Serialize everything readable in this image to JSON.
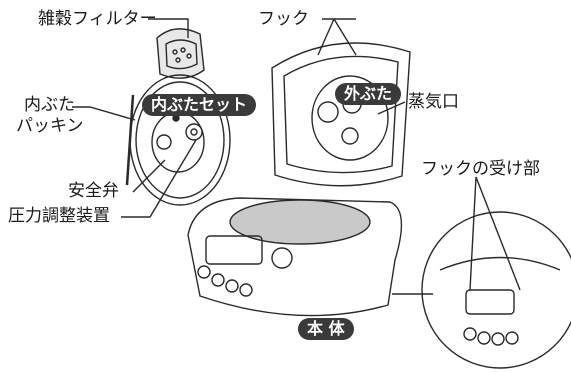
{
  "labels": {
    "filter": "雑穀フィルター",
    "hook": "フック",
    "inner_lid_packing_line1": "内ぶた",
    "inner_lid_packing_line2": "パッキン",
    "steam_vent": "蒸気口",
    "hook_receiver": "フックの受け部",
    "safety_valve": "安全弁",
    "pressure_regulator": "圧力調整装置"
  },
  "badges": {
    "inner_lid_set": "内ぶたセット",
    "outer_lid": "外ぶた",
    "main_body": "本 体"
  },
  "colors": {
    "line": "#2a2a2a",
    "badge": "#3a3a3a",
    "shade": "#c9c9c9"
  }
}
